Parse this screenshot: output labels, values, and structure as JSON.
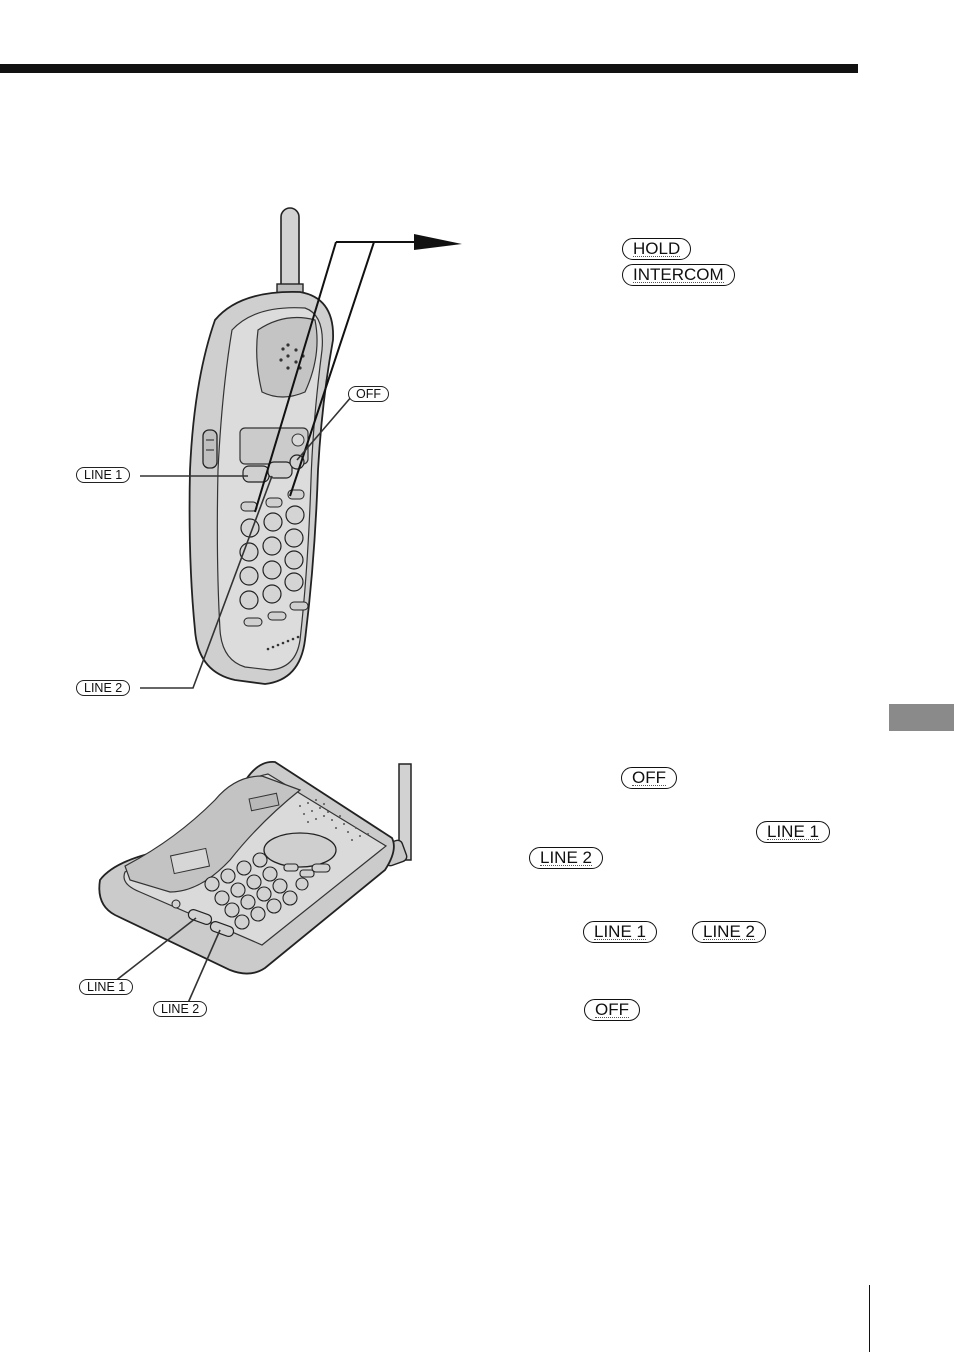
{
  "text_keys": {
    "hold": "HOLD",
    "intercom": "INTERCOM",
    "off_1": "OFF",
    "line1_a": "LINE 1",
    "line2_a": "LINE 2",
    "line1_b": "LINE 1",
    "line2_b": "LINE 2",
    "off_2": "OFF"
  },
  "handset_callouts": {
    "off": "OFF",
    "line1": "LINE 1",
    "line2": "LINE 2"
  },
  "base_callouts": {
    "line1": "LINE 1",
    "line2": "LINE 2"
  },
  "colors": {
    "ink": "#111111",
    "device_gray": "#c9c9c9",
    "tab_gray": "#8a8a8a"
  }
}
